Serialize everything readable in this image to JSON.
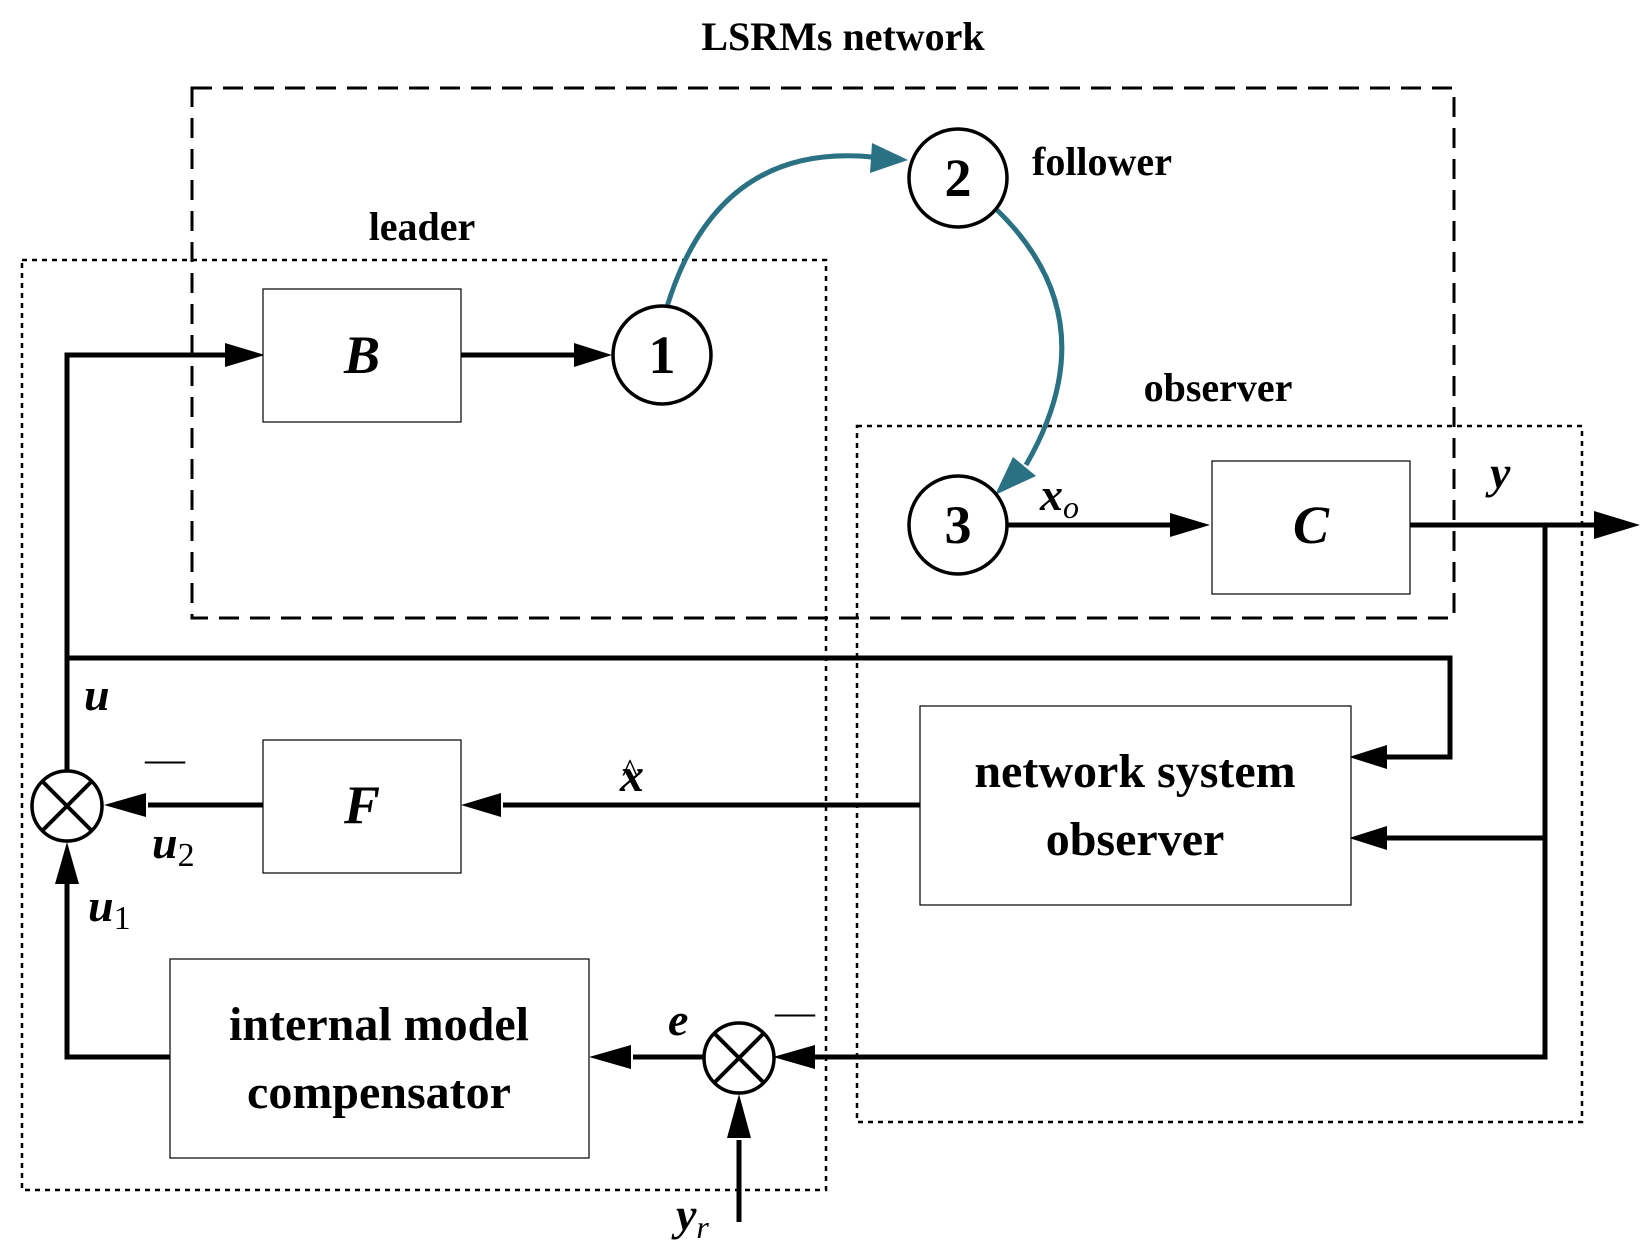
{
  "title": "LSRMs network",
  "regions": {
    "leader": "leader",
    "follower": "follower",
    "observer": "observer"
  },
  "blocks": {
    "B": "B",
    "C": "C",
    "F": "F",
    "nso_line1": "network system",
    "nso_line2": "observer",
    "imc_line1": "internal model",
    "imc_line2": "compensator"
  },
  "nodes": {
    "n1": "1",
    "n2": "2",
    "n3": "3"
  },
  "signals": {
    "u": "u",
    "u1": "u",
    "u1_sub": "1",
    "u2": "u",
    "u2_sub": "2",
    "xhat": "x",
    "xhat_accent": "^",
    "xo": "x",
    "xo_sub": "o",
    "y": "y",
    "e": "e",
    "yr": "y",
    "yr_sub": "r",
    "minus": "—"
  },
  "colors": {
    "communication_arrows": "#2b7184",
    "lines": "#000000"
  }
}
